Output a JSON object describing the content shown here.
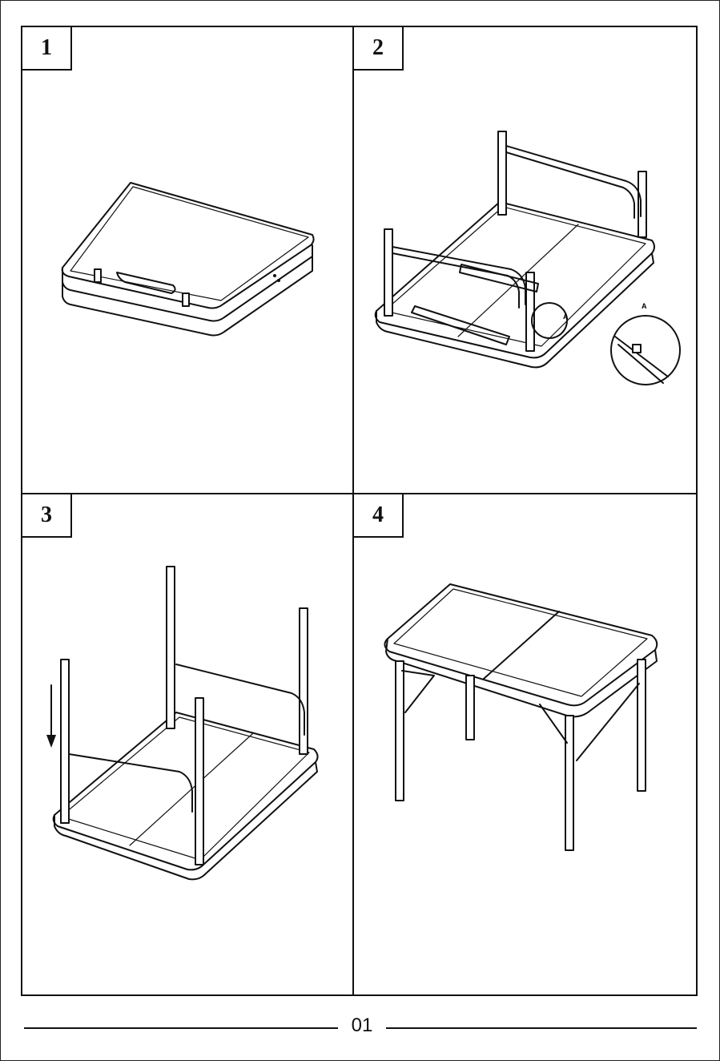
{
  "steps": [
    {
      "number": "1"
    },
    {
      "number": "2"
    },
    {
      "number": "3"
    },
    {
      "number": "4"
    }
  ],
  "detail_callout": {
    "label": "A"
  },
  "page_number": "01"
}
